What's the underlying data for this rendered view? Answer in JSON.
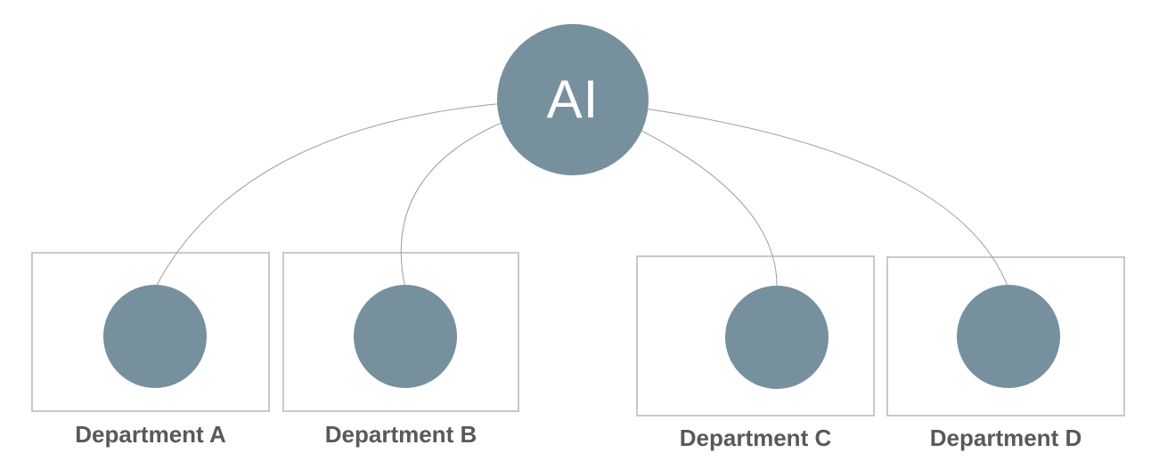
{
  "diagram": {
    "root": {
      "label": "AI"
    },
    "departments": [
      {
        "label": "Department A"
      },
      {
        "label": "Department B"
      },
      {
        "label": "Department C"
      },
      {
        "label": "Department D"
      }
    ],
    "colors": {
      "node_fill": "#76909E",
      "root_text": "#FFFFFF",
      "connector": "#9E9E9E",
      "box_border": "#C9C9C9",
      "label_text": "#595959",
      "background": "#FFFFFF"
    }
  }
}
